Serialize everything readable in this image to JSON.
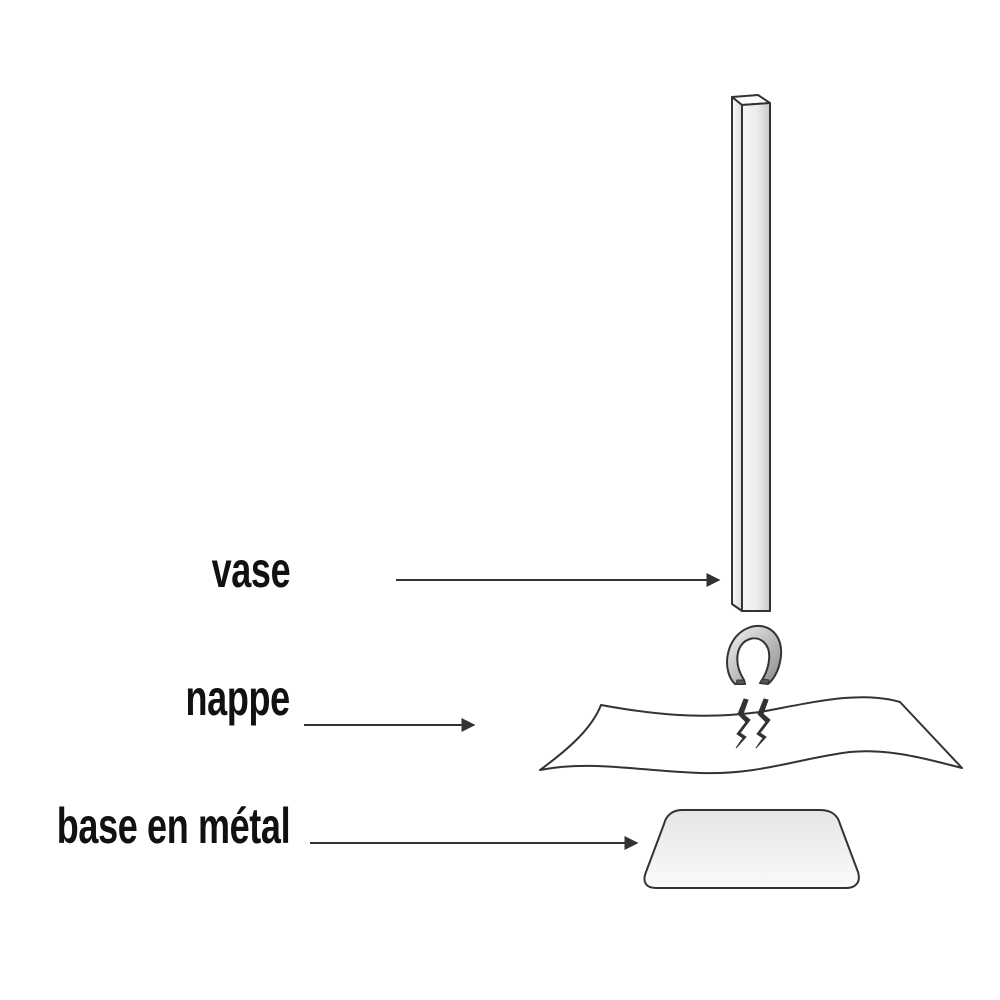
{
  "diagram": {
    "labels": {
      "vase": "vase",
      "nappe": "nappe",
      "base": "base en métal"
    },
    "components": [
      {
        "id": "vase",
        "shape": "tall-rectangular-prism"
      },
      {
        "id": "magnet",
        "shape": "horseshoe-magnet"
      },
      {
        "id": "nappe",
        "shape": "wavy-tablecloth",
        "marks": "lightning-bolts"
      },
      {
        "id": "base",
        "shape": "rounded-trapezoid-plate"
      }
    ],
    "colors": {
      "stroke": "#333333",
      "text": "#111111",
      "fill_light": "#f2f2f2",
      "fill_shade": "#cfcfcf",
      "background": "#ffffff"
    }
  }
}
